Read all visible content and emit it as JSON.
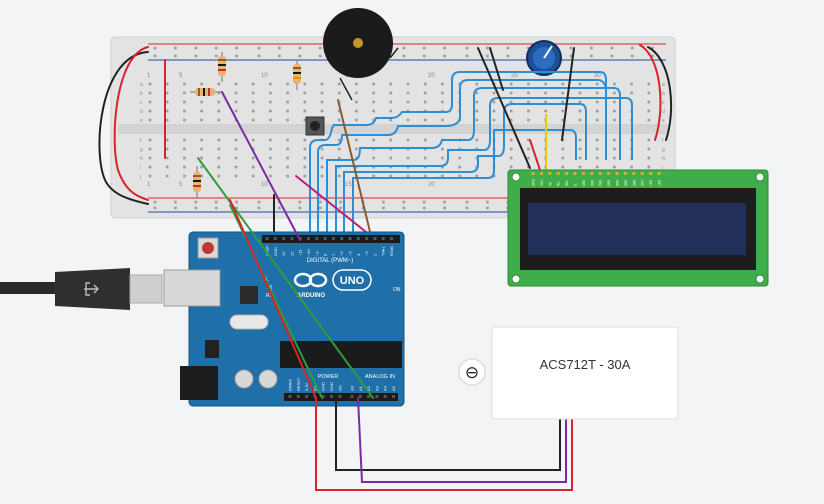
{
  "arduino": {
    "brand": "ARDUINO",
    "model": "UNO",
    "digital_label": "DIGITAL (PWM~)",
    "power_label": "POWER",
    "analog_label": "ANALOG IN",
    "on_label": "ON",
    "tx_label": "TX",
    "rx_label": "RX",
    "l_label": "L",
    "digital_pins": [
      "AREF",
      "GND",
      "13",
      "12",
      "~11",
      "~10",
      "~9",
      "8",
      "7",
      "~6",
      "~5",
      "4",
      "~3",
      "2",
      "TX▸1",
      "RX◂0"
    ],
    "power_pins": [
      "IOREF",
      "RESET",
      "3.3V",
      "5V",
      "GND",
      "GND",
      "Vin"
    ],
    "analog_pins": [
      "A0",
      "A1",
      "A2",
      "A3",
      "A4",
      "A5"
    ]
  },
  "sensor": {
    "label": "ACS712T - 30A",
    "terminal_symbol": "⊖"
  },
  "lcd": {
    "pin_labels": [
      "GND",
      "VCC",
      "V0",
      "RS",
      "RW",
      "E",
      "DB0",
      "DB1",
      "DB2",
      "DB3",
      "DB4",
      "DB5",
      "DB6",
      "DB7",
      "LED",
      "LED"
    ]
  },
  "breadboard": {
    "column_numbers": [
      "1",
      "5",
      "10",
      "15",
      "20",
      "25",
      "30"
    ],
    "row_letters_top": [
      "a",
      "b",
      "c",
      "d",
      "e"
    ],
    "row_letters_bottom": [
      "f",
      "g",
      "h",
      "i",
      "j"
    ]
  },
  "colors": {
    "wire_red": "#d8232a",
    "wire_black": "#222222",
    "wire_purple": "#7b2aa6",
    "wire_green": "#2e9e3a",
    "wire_blue": "#2b8fd6",
    "wire_brown": "#8a5a2b",
    "wire_magenta": "#c2187a",
    "wire_yellow": "#f2c200",
    "arduino_blue": "#1f6fa8",
    "lcd_green": "#3fae4a",
    "lcd_screen": "#23305a"
  }
}
